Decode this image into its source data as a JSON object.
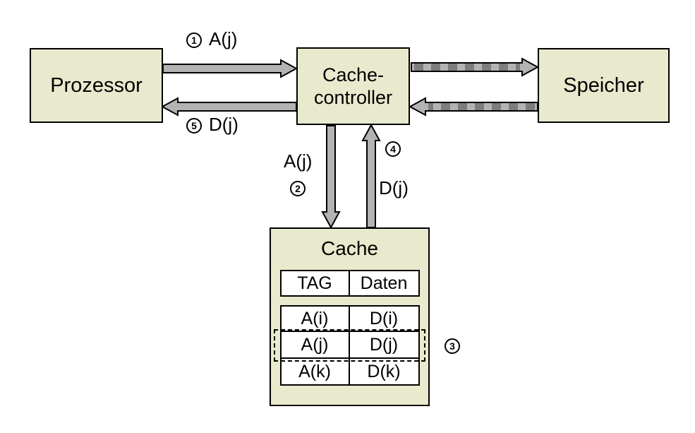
{
  "diagram": {
    "boxes": {
      "processor": "Prozessor",
      "controller_line1": "Cache-",
      "controller_line2": "controller",
      "memory": "Speicher",
      "cache_title": "Cache"
    },
    "steps": {
      "s1": {
        "num": "1",
        "label": "A(j)"
      },
      "s2": {
        "num": "2",
        "label": "A(j)"
      },
      "s3": {
        "num": "3"
      },
      "s4": {
        "num": "4",
        "label": "D(j)"
      },
      "s5": {
        "num": "5",
        "label": "D(j)"
      }
    },
    "table": {
      "headers": [
        "TAG",
        "Daten"
      ],
      "rows": [
        [
          "A(i)",
          "D(i)"
        ],
        [
          "A(j)",
          "D(j)"
        ],
        [
          "A(k)",
          "D(k)"
        ]
      ],
      "highlighted_row_index": 1
    },
    "colors": {
      "box_fill": "#e9e9cd",
      "arrow_fill": "#b3b3b3",
      "arrow_dash": "#7d7d7d",
      "outline": "#000000",
      "background": "#ffffff"
    }
  }
}
